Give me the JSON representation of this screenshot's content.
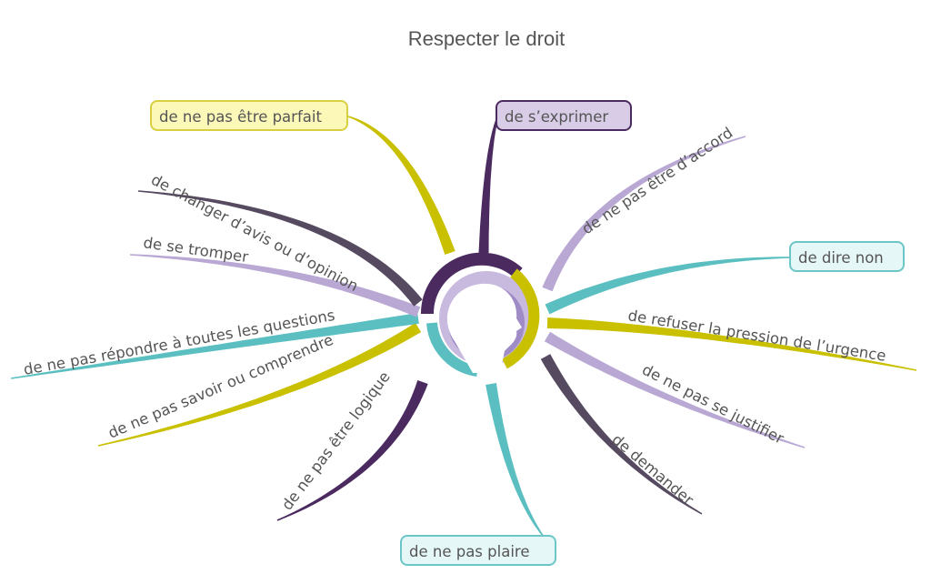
{
  "title": "Respecter le droit",
  "colors": {
    "yellow": "#c9c000",
    "dark_purple": "#4b2a60",
    "light_purple": "#b9a7d4",
    "teal": "#5bbfc1",
    "dark_gray": "#564a60"
  },
  "center_icon": "child-profile-logo",
  "boxed_nodes": {
    "parfait": "de ne pas être parfait",
    "exprimer": "de s’exprimer",
    "dire_non": "de dire non",
    "plaire": "de ne pas plaire"
  },
  "branch_labels": {
    "accord": "de ne pas être d’accord",
    "urgence": "de refuser la pression de l’urgence",
    "justifier": "de ne pas se justifier",
    "demander": "de demander",
    "logique": "de ne pas être logique",
    "savoir": "de ne pas savoir ou comprendre",
    "questions": "de ne pas répondre à toutes les questions",
    "tromper": "de se tromper",
    "avis": "de changer d’avis ou d’opinion"
  }
}
